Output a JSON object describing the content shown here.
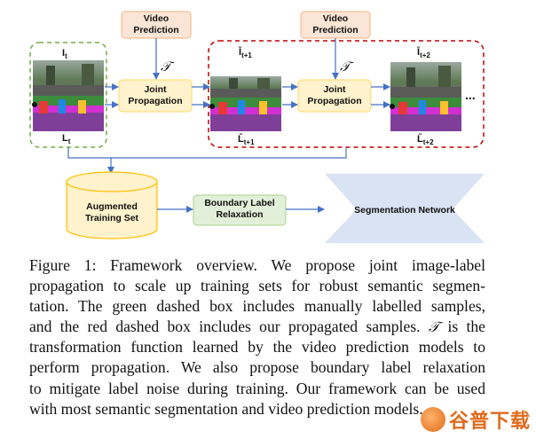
{
  "nodes": {
    "video_prediction_1": "Video\nPrediction",
    "video_prediction_2": "Video\nPrediction",
    "joint_propagation_1": "Joint\nPropagation",
    "joint_propagation_2": "Joint\nPropagation",
    "augmented_training_set": "Augmented\nTraining Set",
    "boundary_label_relaxation": "Boundary Label\nRelaxation",
    "segmentation_network": "Segmentation Network",
    "ellipsis": "..."
  },
  "transform_symbol": "𝒯",
  "frame_labels": {
    "img_t": "I",
    "img_t_sub": "t",
    "lbl_t": "L",
    "lbl_t_sub": "t",
    "img_t1": "Ī",
    "img_t1_sub": "t+1",
    "lbl_t1": "L̄",
    "lbl_t1_sub": "t+1",
    "img_t2": "Ī",
    "img_t2_sub": "t+2",
    "lbl_t2": "L̄",
    "lbl_t2_sub": "t+2"
  },
  "colors": {
    "video_fill": "#fbe5d6",
    "video_stroke": "#f4b183",
    "joint_fill": "#fff2cc",
    "joint_stroke": "#ffd966",
    "green_box": "#70ad47",
    "red_box": "#c00000",
    "boundary_fill": "#e2f0d9",
    "boundary_stroke": "#a9d18e",
    "cylinder_fill": "#fff2cc",
    "cylinder_stroke": "#ffc000",
    "network_fill": "#dae3f3",
    "arrow": "#4472c4"
  },
  "caption": {
    "line1": "Figure 1:  Framework overview.  We propose joint image-label",
    "line2": "propagation to scale up training sets for robust semantic segmen-",
    "line3": "tation. The green dashed box includes manually labelled samples,",
    "line4a": "and the red dashed box includes our propagated samples.",
    "line4b": "is the",
    "line5": "transformation function learned by the video prediction models to",
    "line6": "perform propagation.  We also propose boundary label relaxation",
    "line7": "to mitigate label noise during training. Our framework can be used",
    "line8": "with most semantic segmentation and video prediction models."
  },
  "watermark": "谷普下载"
}
